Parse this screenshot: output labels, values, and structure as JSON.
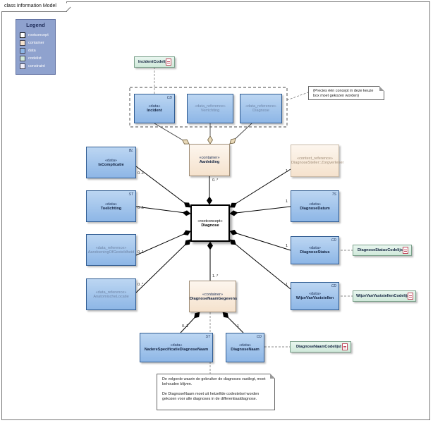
{
  "frame": {
    "title": "class Information Model"
  },
  "legend": {
    "title": "Legend",
    "items": [
      {
        "label": "rootconcept",
        "color": "#ffffff"
      },
      {
        "label": "container",
        "color": "#f5e2cd"
      },
      {
        "label": "data",
        "color": "#8db6e6"
      },
      {
        "label": "codelist",
        "color": "#cfe9da"
      },
      {
        "label": "constraint",
        "color": "#efeefa"
      }
    ]
  },
  "classes": {
    "incident": {
      "stereotype": "«data»",
      "name": "Incident",
      "tag": "CD"
    },
    "verrichting": {
      "stereotype": "«data_reference»",
      "name": "Verrichting"
    },
    "diagnose_ref": {
      "stereotype": "«data_reference»",
      "name": "Diagnose"
    },
    "aanleiding": {
      "stereotype": "«container»",
      "name": "Aanleiding"
    },
    "iscomplicatie": {
      "stereotype": "«data»",
      "name": "IsComplicatie",
      "tag": "BL"
    },
    "toelichting": {
      "stereotype": "«data»",
      "name": "Toelichting",
      "tag": "ST"
    },
    "aandoening": {
      "stereotype": "«data_reference»",
      "name": "AandoeningOfGesteldheid"
    },
    "anatomische": {
      "stereotype": "«data_reference»",
      "name": "AnatomischeLocatie"
    },
    "diagnosesteller": {
      "stereotype": "«context_reference»",
      "name": "DiagnoseSteller::Zorgverlener"
    },
    "diagnosedatum": {
      "stereotype": "«data»",
      "name": "DiagnoseDatum",
      "tag": "TS"
    },
    "diagnosestatus": {
      "stereotype": "«data»",
      "name": "DiagnoseStatus",
      "tag": "CD"
    },
    "wijze": {
      "stereotype": "«data»",
      "name": "WijzeVanVaststellen",
      "tag": "CD"
    },
    "diagnose": {
      "stereotype": "«rootconcept»",
      "name": "Diagnose"
    },
    "dngegevens": {
      "stereotype": "«container»",
      "name": "DiagnoseNaamGegevens"
    },
    "nadere": {
      "stereotype": "«data»",
      "name": "NadereSpecificatieDiagnoseNaam",
      "tag": "ST"
    },
    "diagnosenaam": {
      "stereotype": "«data»",
      "name": "DiagnoseNaam",
      "tag": "CD"
    }
  },
  "codelists": {
    "incident": "IncidentCodelijst",
    "status": "DiagnoseStatusCodelijst",
    "wijze": "WijzeVanVaststellenCodelijst",
    "naam": "DiagnoseNaamCodelijst"
  },
  "notes": {
    "constraint": "{Precies één concept in deze keuze box moet gekozen worden}",
    "bottom_p1": "De volgorde waarin de gebruiker de diagnoses vastlegt, moet behouden blijven.",
    "bottom_p2": "De DiagnoseNaam moet uit hetzelfde codestelsel worden gekozen voor alle diagnoses in de differentiaaldiagnose."
  },
  "multiplicities": {
    "aanleiding_diag": "0..*",
    "iscomplicatie": "0..1",
    "toelichting": "0..1",
    "aandoening": "0..1",
    "anatomische": "0..*",
    "diagnosesteller": "1",
    "diagnosedatum": "1",
    "diagnosestatus": "1",
    "wijze": "1",
    "dngegevens": "1..*",
    "nadere": "0..1",
    "diagnosenaam": "1"
  }
}
